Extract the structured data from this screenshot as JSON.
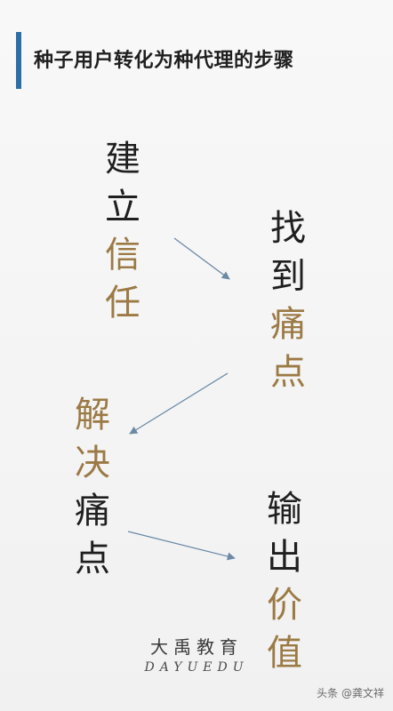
{
  "title": "种子用户转化为种代理的步骤",
  "steps": [
    {
      "chars": [
        "建",
        "立",
        "信",
        "任"
      ]
    },
    {
      "chars": [
        "找",
        "到",
        "痛",
        "点"
      ]
    },
    {
      "chars": [
        "解",
        "决",
        "痛",
        "点"
      ]
    },
    {
      "chars": [
        "输",
        "出",
        "价",
        "值"
      ]
    }
  ],
  "watermark": {
    "chinese": "大禹教育",
    "english": "DAYUEDU"
  },
  "credit": "头条 @龚文祥",
  "colors": {
    "title_bar": "#2d6da8",
    "text_dark": "#1f1f1f",
    "text_gold": "#9b7a45",
    "arrow": "#6b8aa6"
  }
}
